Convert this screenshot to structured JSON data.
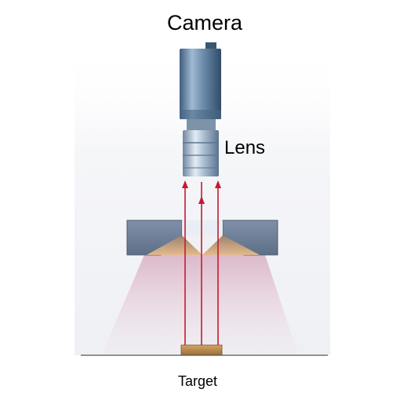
{
  "labels": {
    "camera": "Camera",
    "lens": "Lens",
    "target": "Target"
  },
  "colors": {
    "camera_body": "#5f7f9c",
    "lens_body": "#a7bccf",
    "light_housing": "#6d7f97",
    "reflector_cone": "#c9a27a",
    "light_ray": "#c8192e",
    "illumination_glow": "#e7c3d1",
    "target_part": "#b8894d",
    "ground_line": "#555555"
  }
}
